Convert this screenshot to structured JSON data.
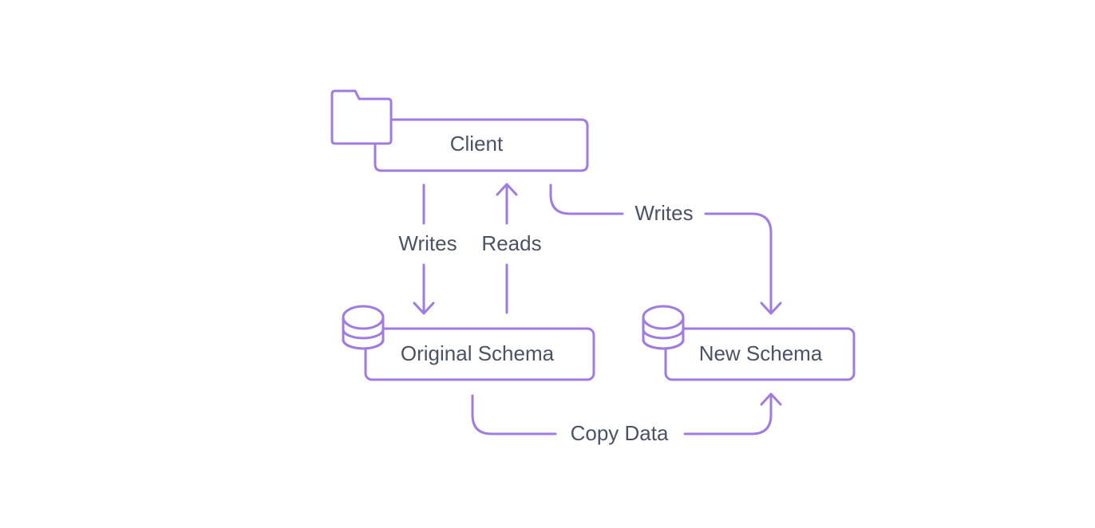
{
  "colors": {
    "accent": "#a07be0",
    "text": "#4a5266",
    "background": "#ffffff"
  },
  "nodes": {
    "client": {
      "label": "Client",
      "icon": "folder-icon"
    },
    "original_schema": {
      "label": "Original Schema",
      "icon": "database-icon"
    },
    "new_schema": {
      "label": "New Schema",
      "icon": "database-icon"
    }
  },
  "edges": {
    "client_writes_original": {
      "label": "Writes"
    },
    "original_reads_client": {
      "label": "Reads"
    },
    "client_writes_new": {
      "label": "Writes"
    },
    "copy_data": {
      "label": "Copy Data"
    }
  }
}
